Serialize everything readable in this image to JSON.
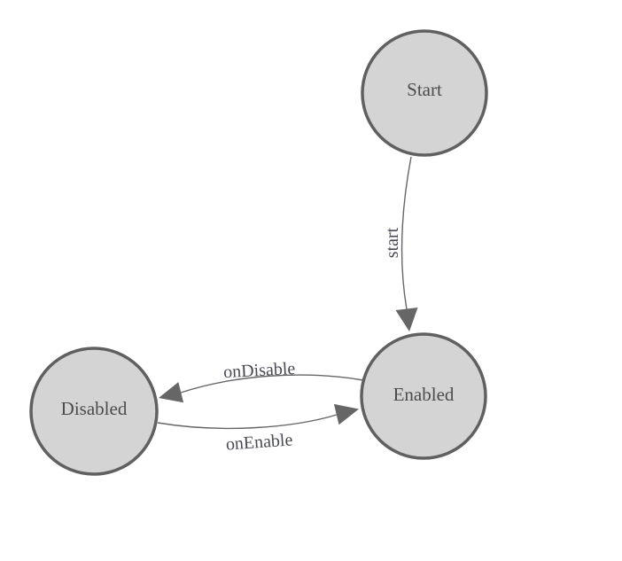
{
  "diagram": {
    "type": "state-machine",
    "nodes": [
      {
        "id": "start",
        "label": "Start"
      },
      {
        "id": "enabled",
        "label": "Enabled"
      },
      {
        "id": "disabled",
        "label": "Disabled"
      }
    ],
    "edges": [
      {
        "from": "start",
        "to": "enabled",
        "label": "start"
      },
      {
        "from": "enabled",
        "to": "disabled",
        "label": "onDisable"
      },
      {
        "from": "disabled",
        "to": "enabled",
        "label": "onEnable"
      }
    ]
  },
  "colors": {
    "node_fill": "#d4d4d4",
    "node_stroke": "#606060",
    "edge_stroke": "#666666",
    "node_text": "#4c4c4c",
    "edge_text": "#494953",
    "background": "#ffffff"
  }
}
